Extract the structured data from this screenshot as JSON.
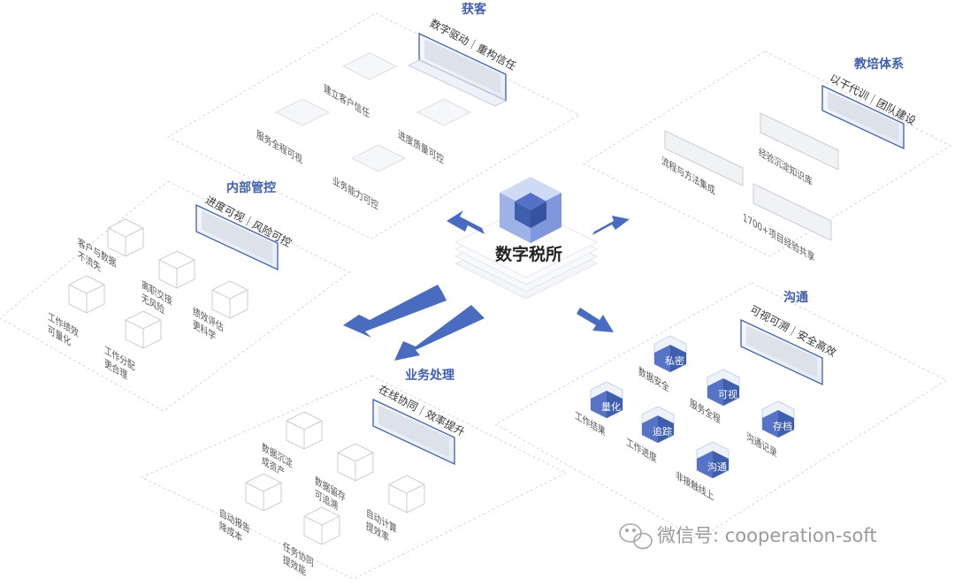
{
  "center": {
    "label": "数字税所"
  },
  "modules": {
    "acquire": {
      "title": "获客",
      "subtitle": "数字驱动｜重构信任",
      "items": [
        "建立客户信任",
        "服务全程可视",
        "进度质量可控",
        "业务能力可控"
      ]
    },
    "training": {
      "title": "教培体系",
      "subtitle": "以干代训｜团队建设",
      "items": [
        "流程与方法集成",
        "经验沉淀知识库",
        "1700+项目经验共享"
      ]
    },
    "internal": {
      "title": "内部管控",
      "subtitle": "进度可视｜风险可控",
      "items": [
        "客户与数据不流失",
        "离职交接无风险",
        "绩效评估更科学",
        "工作绩效可量化",
        "工作分配更合理"
      ]
    },
    "business": {
      "title": "业务处理",
      "subtitle": "在线协同｜效率提升",
      "items": [
        "数据沉淀成资产",
        "数据留存可追溯",
        "自动报告降成本",
        "自动计算提效率",
        "任务协同提效能"
      ]
    },
    "communication": {
      "title": "沟通",
      "subtitle": "可视可溯｜安全高效",
      "items": [
        {
          "badge": "私密",
          "label": "数据安全"
        },
        {
          "badge": "可视",
          "label": "服务全程"
        },
        {
          "badge": "量化",
          "label": "工作结果"
        },
        {
          "badge": "存档",
          "label": "沟通记录"
        },
        {
          "badge": "追踪",
          "label": "工作进度"
        },
        {
          "badge": "沟通",
          "label": "非接触线上"
        }
      ]
    }
  },
  "watermark": {
    "text": "微信号: cooperation-soft"
  },
  "colors": {
    "accent": "#3f5fae",
    "arrow": "#4a6cc0",
    "box_fill": "#eef3fb",
    "dash": "#cfd5df"
  },
  "icons": [
    "wechat-icon",
    "cube-icon",
    "arrow-icon"
  ]
}
